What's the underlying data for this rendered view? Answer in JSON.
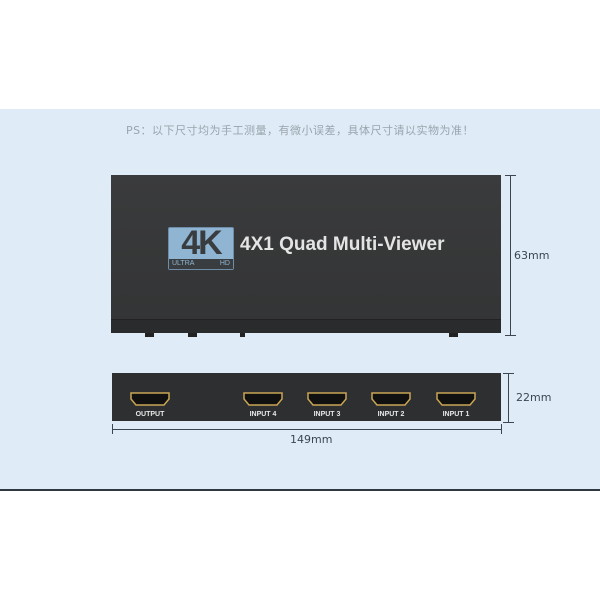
{
  "note": "PS：以下尺寸均为手工测量，有微小误差，具体尺寸请以实物为准！",
  "device": {
    "logo": {
      "main": "4K",
      "left": "ULTRA",
      "right": "HD"
    },
    "model_name": "4X1 Quad Multi-Viewer",
    "ports": [
      {
        "label": "OUTPUT"
      },
      {
        "label": "INPUT 4"
      },
      {
        "label": "INPUT 3"
      },
      {
        "label": "INPUT 2"
      },
      {
        "label": "INPUT 1"
      }
    ]
  },
  "dimensions": {
    "depth": "63mm",
    "height": "22mm",
    "width": "149mm"
  },
  "colors": {
    "band": "#dfecf7",
    "device": "#333435",
    "logo": "#8fb5d3",
    "port_gold": "#c9a655"
  }
}
